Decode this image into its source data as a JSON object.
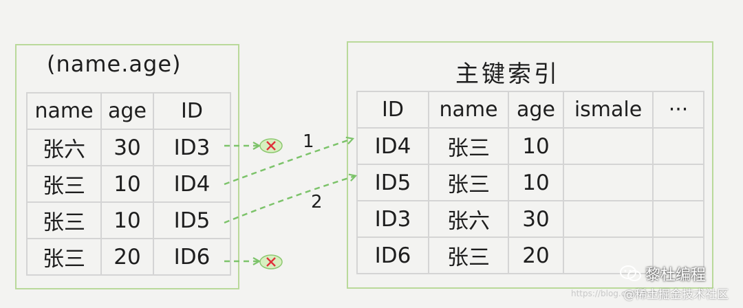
{
  "left_panel": {
    "title": "(name.age)",
    "headers": [
      "name",
      "age",
      "ID"
    ],
    "rows": [
      [
        "张六",
        "30",
        "ID3"
      ],
      [
        "张三",
        "10",
        "ID4"
      ],
      [
        "张三",
        "10",
        "ID5"
      ],
      [
        "张三",
        "20",
        "ID6"
      ]
    ]
  },
  "right_panel": {
    "title": "主键索引",
    "headers": [
      "ID",
      "name",
      "age",
      "ismale",
      "···"
    ],
    "rows": [
      [
        "ID4",
        "张三",
        "10",
        "",
        ""
      ],
      [
        "ID5",
        "张三",
        "10",
        "",
        ""
      ],
      [
        "ID3",
        "张六",
        "30",
        "",
        ""
      ],
      [
        "ID6",
        "张三",
        "20",
        "",
        ""
      ]
    ]
  },
  "arrows": {
    "label_1": "1",
    "label_2": "2"
  },
  "watermark": {
    "name": "黎杜编程",
    "community": "@稀土掘金技术社区",
    "url": "https://blog.csdn.net/"
  },
  "colors": {
    "frame": "#b9d99a",
    "arrow": "#7cc36a",
    "reject_fill": "#d8efc0",
    "reject_x": "#e0303a",
    "grid": "#d4d4d4"
  }
}
